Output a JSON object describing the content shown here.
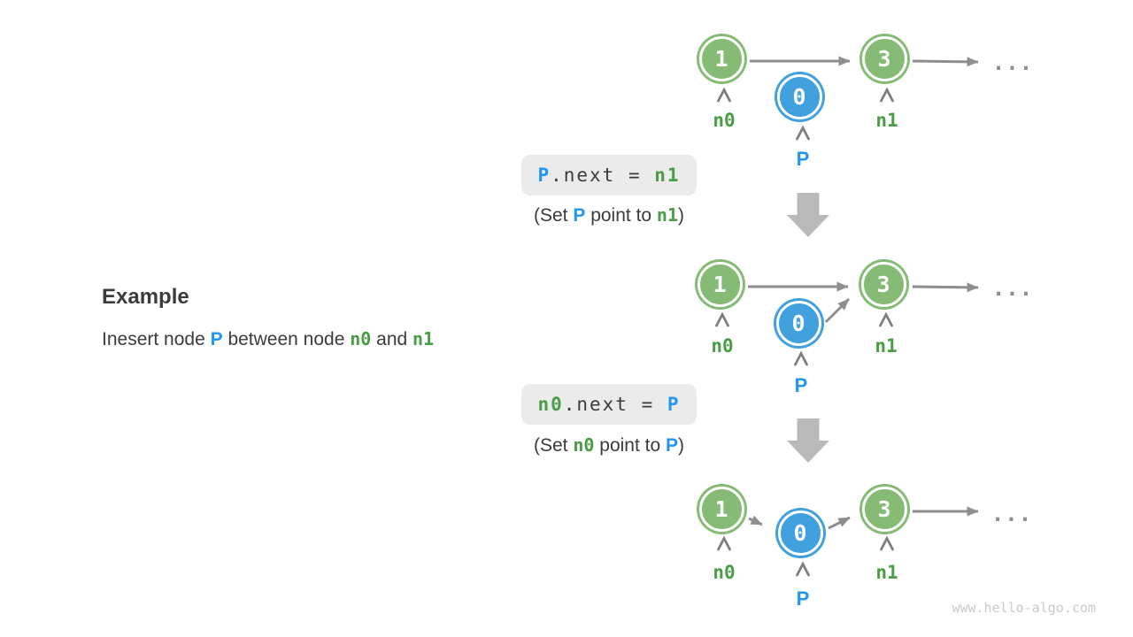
{
  "example": {
    "heading": "Example",
    "sentence": {
      "t1": "Inesert node ",
      "p": "P",
      "t2": " between node ",
      "n0": "n0",
      "t3": " and ",
      "n1": "n1"
    }
  },
  "steps": [
    {
      "code": {
        "lhs": "P",
        "mid": ".next = ",
        "rhs": "n1"
      },
      "caption": {
        "t1": "(Set ",
        "a": "P",
        "t2": " point to ",
        "b": "n1",
        "t3": ")"
      }
    },
    {
      "code": {
        "lhs": "n0",
        "mid": ".next = ",
        "rhs": "P"
      },
      "caption": {
        "t1": "(Set ",
        "a": "n0",
        "t2": " point to ",
        "b": "P",
        "t3": ")"
      }
    }
  ],
  "diagrams": [
    {
      "node1": "1",
      "label1": "n0",
      "nodeP": "0",
      "labelP": "P",
      "node2": "3",
      "label2": "n1",
      "ellipsis": "..."
    },
    {
      "node1": "1",
      "label1": "n0",
      "nodeP": "0",
      "labelP": "P",
      "node2": "3",
      "label2": "n1",
      "ellipsis": "..."
    },
    {
      "node1": "1",
      "label1": "n0",
      "nodeP": "0",
      "labelP": "P",
      "node2": "3",
      "label2": "n1",
      "ellipsis": "..."
    }
  ],
  "watermark": "www.hello-algo.com",
  "colors": {
    "green_node": "#85BB75",
    "blue_node": "#41A1DF",
    "green_text": "#4A9D45",
    "blue_text": "#2196F3",
    "text_dark": "#3B3B3D",
    "arrow_gray": "#8E8E8E",
    "caret_gray": "#7E7E7E",
    "block_arrow_gray": "#B9B9B9",
    "code_background": "#EBEBEB",
    "watermark_gray": "#C9C9C9"
  }
}
